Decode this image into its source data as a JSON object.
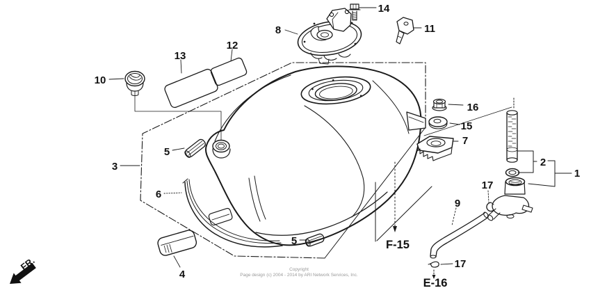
{
  "labels": {
    "n1": "1",
    "n2": "2",
    "n3": "3",
    "n4": "4",
    "n5": "5",
    "n6": "6",
    "n7": "7",
    "n8": "8",
    "n9": "9",
    "n10": "10",
    "n11": "11",
    "n12": "12",
    "n13": "13",
    "n14": "14",
    "n15": "15",
    "n16": "16",
    "n17": "17"
  },
  "refs": {
    "f15": "F-15",
    "e16": "E-16",
    "fr": "FR."
  },
  "copyright": {
    "line1": "Copyright",
    "line2": "Page design (c) 2004 - 2014 by ARI Network Services, Inc."
  },
  "colors": {
    "line": "#1a1a1a",
    "background": "#ffffff",
    "muted": "#9a9a9a"
  }
}
